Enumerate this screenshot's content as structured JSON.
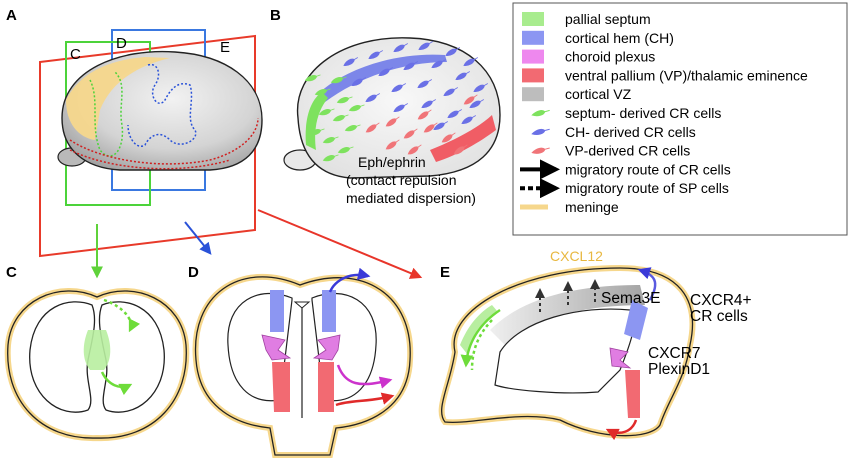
{
  "panels": {
    "A": "A",
    "B": "B",
    "C": "C",
    "D": "D",
    "E": "E"
  },
  "planes": {
    "C": "C",
    "D": "D",
    "E": "E"
  },
  "colors": {
    "pallial_septum": "#a8ec8e",
    "cortical_hem": "#8c96f2",
    "choroid_plexus": "#ee88ee",
    "ventral_pallium": "#f26a72",
    "cortical_vz": "#bdbdbd",
    "meninge": "#f6d78c",
    "plane_C": "#4cd33a",
    "plane_D": "#3a78e0",
    "plane_E": "#e83a2a",
    "cxcl12_text": "#e8b840"
  },
  "panel_b": {
    "eph_line1": "Eph/ephrin",
    "eph_line2": "(contact repulsion",
    "eph_line3": "mediated dispersion)"
  },
  "panel_e": {
    "cxcl12": "CXCL12",
    "sema3e": "Sema3E",
    "cxcr4_line1": "CXCR4+",
    "cxcr4_line2": "CR cells",
    "cxcr7": "CXCR7",
    "plexind1": "PlexinD1"
  },
  "legend": {
    "items": [
      {
        "label": "pallial septum",
        "icon": "swatch",
        "color": "#a8ec8e"
      },
      {
        "label": "cortical hem (CH)",
        "icon": "swatch",
        "color": "#8c96f2"
      },
      {
        "label": "choroid plexus",
        "icon": "swatch",
        "color": "#ee88ee"
      },
      {
        "label": "ventral pallium (VP)/thalamic eminence",
        "icon": "swatch",
        "color": "#f26a72"
      },
      {
        "label": "cortical VZ",
        "icon": "swatch",
        "color": "#bdbdbd"
      },
      {
        "label": "septum- derived CR cells",
        "icon": "cell",
        "color": "#7ee25e"
      },
      {
        "label": "CH- derived CR cells",
        "icon": "cell",
        "color": "#6a70e6"
      },
      {
        "label": "VP-derived CR cells",
        "icon": "cell",
        "color": "#f07478"
      },
      {
        "label": "migratory route of CR cells",
        "icon": "solid-arrow",
        "color": "#000000"
      },
      {
        "label": "migratory route of SP cells",
        "icon": "dashed-arrow",
        "color": "#000000"
      },
      {
        "label": "meninge",
        "icon": "line",
        "color": "#f6d78c"
      }
    ]
  }
}
